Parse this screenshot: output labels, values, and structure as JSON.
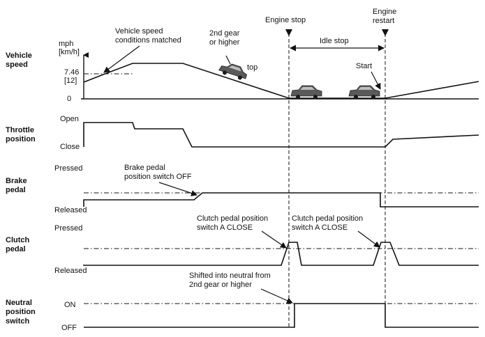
{
  "signals": {
    "vehicle_speed": "Vehicle\nspeed",
    "throttle": "Throttle\nposition",
    "brake": "Brake\npedal",
    "clutch": "Clutch\npedal",
    "neutral": "Neutral\nposition\nswitch"
  },
  "axis": {
    "speed_unit": "mph\n[km/h]",
    "speed_value": "7.46\n[12]",
    "zero": "0",
    "open": "Open",
    "close": "Close",
    "pressed": "Pressed",
    "released": "Released",
    "on": "ON",
    "off": "OFF"
  },
  "events": {
    "engine_stop": "Engine stop",
    "engine_restart": "Engine\nrestart",
    "idle_stop": "Idle stop"
  },
  "annotations": {
    "speed_matched": "Vehicle speed\nconditions matched",
    "second_gear": "2nd gear\nor higher",
    "top": "top",
    "start": "Start",
    "brake_switch_off": "Brake pedal\nposition switch OFF",
    "clutch_close": "Clutch pedal position\nswitch A CLOSE",
    "shifted_neutral": "Shifted into neutral from\n2nd gear or higher"
  }
}
